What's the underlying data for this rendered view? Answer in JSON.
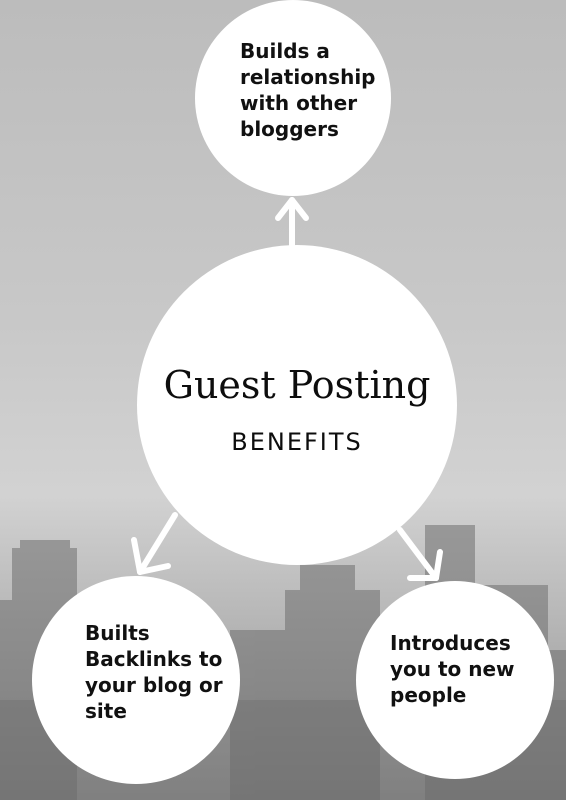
{
  "center": {
    "title": "Guest Posting",
    "subtitle": "BENEFITS"
  },
  "benefits": {
    "top": "Builds a\nrelationship\nwith other\nbloggers",
    "bottom_left": "Builts\nBacklinks to\nyour blog or\nsite",
    "bottom_right": "Introduces\nyou to new\npeople"
  },
  "colors": {
    "circle": "#ffffff",
    "text": "#111111"
  }
}
